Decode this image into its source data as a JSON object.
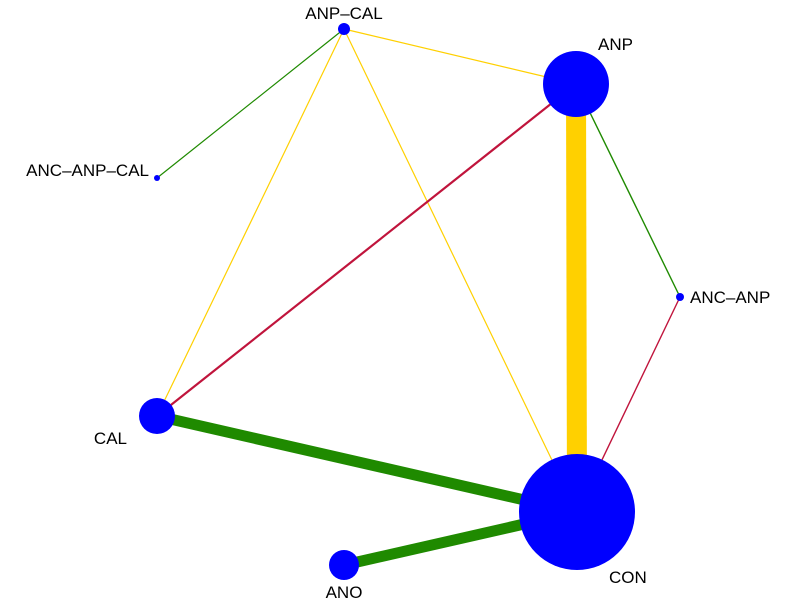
{
  "colors": {
    "node": "#0000ff",
    "edge_yellow": "#ffd000",
    "edge_green": "#1f8a00",
    "edge_red": "#c0143c",
    "label": "#000000"
  },
  "nodes": [
    {
      "id": "anp-cal",
      "label": "ANP–CAL"
    },
    {
      "id": "anp",
      "label": "ANP"
    },
    {
      "id": "anc-anp-cal",
      "label": "ANC–ANP–CAL"
    },
    {
      "id": "anc-anp",
      "label": "ANC–ANP"
    },
    {
      "id": "cal",
      "label": "CAL"
    },
    {
      "id": "con",
      "label": "CON"
    },
    {
      "id": "ano",
      "label": "ANO"
    }
  ],
  "edges": [
    {
      "from": "anp-cal",
      "to": "anp",
      "color": "#ffd000"
    },
    {
      "from": "anp-cal",
      "to": "cal",
      "color": "#ffd000"
    },
    {
      "from": "anp-cal",
      "to": "con",
      "color": "#ffd000"
    },
    {
      "from": "anp-cal",
      "to": "anc-anp-cal",
      "color": "#1f8a00"
    },
    {
      "from": "anp",
      "to": "cal",
      "color": "#c0143c"
    },
    {
      "from": "anp",
      "to": "con",
      "color": "#ffd000"
    },
    {
      "from": "anp",
      "to": "anc-anp",
      "color": "#1f8a00"
    },
    {
      "from": "anc-anp",
      "to": "con",
      "color": "#c0143c"
    },
    {
      "from": "cal",
      "to": "con",
      "color": "#1f8a00"
    },
    {
      "from": "ano",
      "to": "con",
      "color": "#1f8a00"
    }
  ]
}
